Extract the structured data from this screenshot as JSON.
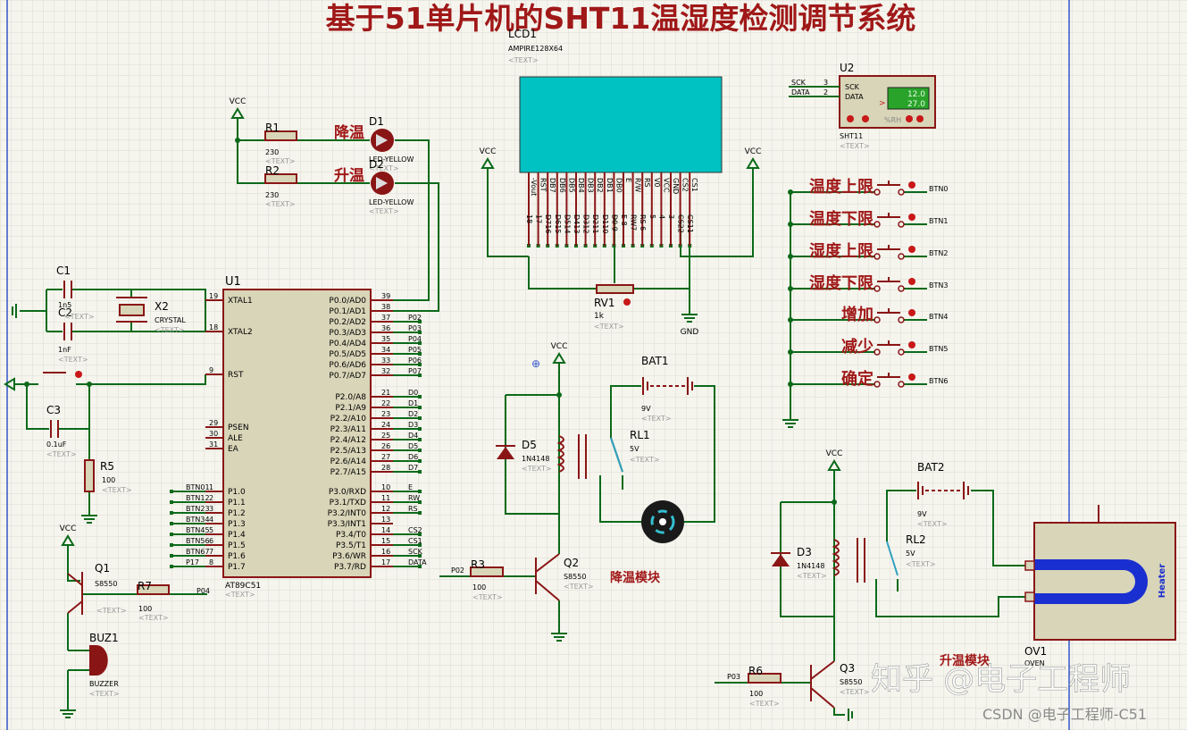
{
  "title": "基于51单片机的SHT11温湿度检测调节系统",
  "watermark": {
    "zhihu": "知乎 @电子工程师",
    "csdn": "CSDN @电子工程师-C51"
  },
  "placeholder": "<TEXT>",
  "power": {
    "vcc": "VCC",
    "gnd": "GND"
  },
  "mcu": {
    "ref": "U1",
    "part": "AT89C51",
    "left_pins": [
      {
        "name": "XTAL1",
        "num": "19"
      },
      {
        "name": "XTAL2",
        "num": "18"
      },
      {
        "name": "RST",
        "num": "9"
      },
      {
        "name": "PSEN",
        "num": "29"
      },
      {
        "name": "ALE",
        "num": "30"
      },
      {
        "name": "EA",
        "num": "31"
      },
      {
        "name": "P1.0",
        "num": "1",
        "net": "BTN01"
      },
      {
        "name": "P1.1",
        "num": "2",
        "net": "BTN12"
      },
      {
        "name": "P1.2",
        "num": "3",
        "net": "BTN23"
      },
      {
        "name": "P1.3",
        "num": "4",
        "net": "BTN34"
      },
      {
        "name": "P1.4",
        "num": "5",
        "net": "BTN45"
      },
      {
        "name": "P1.5",
        "num": "6",
        "net": "BTN56"
      },
      {
        "name": "P1.6",
        "num": "7",
        "net": "BTN67"
      },
      {
        "name": "P1.7",
        "num": "8",
        "net": "P17"
      }
    ],
    "right_pins": [
      {
        "name": "P0.0/AD0",
        "num": "39",
        "net": ""
      },
      {
        "name": "P0.1/AD1",
        "num": "38",
        "net": ""
      },
      {
        "name": "P0.2/AD2",
        "num": "37",
        "net": "P02"
      },
      {
        "name": "P0.3/AD3",
        "num": "36",
        "net": "P03"
      },
      {
        "name": "P0.4/AD4",
        "num": "35",
        "net": "P04"
      },
      {
        "name": "P0.5/AD5",
        "num": "34",
        "net": "P05"
      },
      {
        "name": "P0.6/AD6",
        "num": "33",
        "net": "P06"
      },
      {
        "name": "P0.7/AD7",
        "num": "32",
        "net": "P07"
      },
      {
        "name": "P2.0/A8",
        "num": "21",
        "net": "D0"
      },
      {
        "name": "P2.1/A9",
        "num": "22",
        "net": "D1"
      },
      {
        "name": "P2.2/A10",
        "num": "23",
        "net": "D2"
      },
      {
        "name": "P2.3/A11",
        "num": "24",
        "net": "D3"
      },
      {
        "name": "P2.4/A12",
        "num": "25",
        "net": "D4"
      },
      {
        "name": "P2.5/A13",
        "num": "26",
        "net": "D5"
      },
      {
        "name": "P2.6/A14",
        "num": "27",
        "net": "D6"
      },
      {
        "name": "P2.7/A15",
        "num": "28",
        "net": "D7"
      },
      {
        "name": "P3.0/RXD",
        "num": "10",
        "net": "E"
      },
      {
        "name": "P3.1/TXD",
        "num": "11",
        "net": "RW"
      },
      {
        "name": "P3.2/INT0",
        "num": "12",
        "net": "RS"
      },
      {
        "name": "P3.3/INT1",
        "num": "13",
        "net": ""
      },
      {
        "name": "P3.4/T0",
        "num": "14",
        "net": "CS2"
      },
      {
        "name": "P3.5/T1",
        "num": "15",
        "net": "CS1"
      },
      {
        "name": "P3.6/WR",
        "num": "16",
        "net": "SCK"
      },
      {
        "name": "P3.7/RD",
        "num": "17",
        "net": "DATA"
      }
    ]
  },
  "lcd": {
    "ref": "LCD1",
    "part": "AMPIRE128X64",
    "color": "#00c2c2",
    "pins": [
      {
        "name": "-Vout",
        "num": "18"
      },
      {
        "name": "RST",
        "num": "17"
      },
      {
        "name": "DB7",
        "num": "D716"
      },
      {
        "name": "DB6",
        "num": "D615"
      },
      {
        "name": "DB5",
        "num": "D514"
      },
      {
        "name": "DB4",
        "num": "D413"
      },
      {
        "name": "DB3",
        "num": "D312"
      },
      {
        "name": "DB2",
        "num": "D211"
      },
      {
        "name": "DB1",
        "num": "D110"
      },
      {
        "name": "DB0",
        "num": "D0 9"
      },
      {
        "name": "E",
        "num": "E 8"
      },
      {
        "name": "R/W",
        "num": "RW7"
      },
      {
        "name": "RS",
        "num": "RS 6"
      },
      {
        "name": "V0",
        "num": "5"
      },
      {
        "name": "VCC",
        "num": "4"
      },
      {
        "name": "GND",
        "num": "3"
      },
      {
        "name": "CS2",
        "num": "CS22"
      },
      {
        "name": "CS1",
        "num": "CS11"
      }
    ]
  },
  "sht11": {
    "ref": "U2",
    "part": "SHT11",
    "pins": [
      {
        "net": "SCK",
        "name": "SCK",
        "num": "3"
      },
      {
        "net": "DATA",
        "name": "DATA",
        "num": "2"
      }
    ],
    "readout": [
      "12.0",
      "27.0"
    ],
    "unit": "%RH",
    "screen_color": "#29a329"
  },
  "buttons": [
    {
      "label": "温度上限",
      "net": "BTN0"
    },
    {
      "label": "温度下限",
      "net": "BTN1"
    },
    {
      "label": "湿度上限",
      "net": "BTN2"
    },
    {
      "label": "湿度下限",
      "net": "BTN3"
    },
    {
      "label": "增加",
      "net": "BTN4"
    },
    {
      "label": "减少",
      "net": "BTN5"
    },
    {
      "label": "确定",
      "net": "BTN6"
    }
  ],
  "leds": [
    {
      "ref": "D1",
      "part": "LED-YELLOW",
      "label": "降温"
    },
    {
      "ref": "D2",
      "part": "LED-YELLOW",
      "label": "升温"
    }
  ],
  "resistors": [
    {
      "ref": "R1",
      "value": "230"
    },
    {
      "ref": "R2",
      "value": "230"
    },
    {
      "ref": "R3",
      "value": "100"
    },
    {
      "ref": "R5",
      "value": "100"
    },
    {
      "ref": "R6",
      "value": "100"
    },
    {
      "ref": "R7",
      "value": "100"
    }
  ],
  "pot": {
    "ref": "RV1",
    "value": "1k"
  },
  "caps": [
    {
      "ref": "C1",
      "value": "1nF"
    },
    {
      "ref": "C2",
      "value": "1nF"
    },
    {
      "ref": "C3",
      "value": "0.1uF"
    }
  ],
  "crystal": {
    "ref": "X2",
    "part": "CRYSTAL"
  },
  "transistors": [
    {
      "ref": "Q1",
      "part": "S8550",
      "net": "P04"
    },
    {
      "ref": "Q2",
      "part": "S8550",
      "net": "P02"
    },
    {
      "ref": "Q3",
      "part": "S8550",
      "net": "P03"
    }
  ],
  "buzzer": {
    "ref": "BUZ1",
    "part": "BUZZER"
  },
  "diodes": [
    {
      "ref": "D5",
      "part": "1N4148"
    },
    {
      "ref": "D3",
      "part": "1N4148"
    }
  ],
  "relays": [
    {
      "ref": "RL1",
      "value": "5V"
    },
    {
      "ref": "RL2",
      "value": "5V"
    }
  ],
  "batteries": [
    {
      "ref": "BAT1",
      "value": "9V"
    },
    {
      "ref": "BAT2",
      "value": "9V"
    }
  ],
  "oven": {
    "ref": "OV1",
    "part": "OVEN",
    "heater_label": "Heater"
  },
  "modules": {
    "cool": "降温模块",
    "heat": "升温模块"
  }
}
